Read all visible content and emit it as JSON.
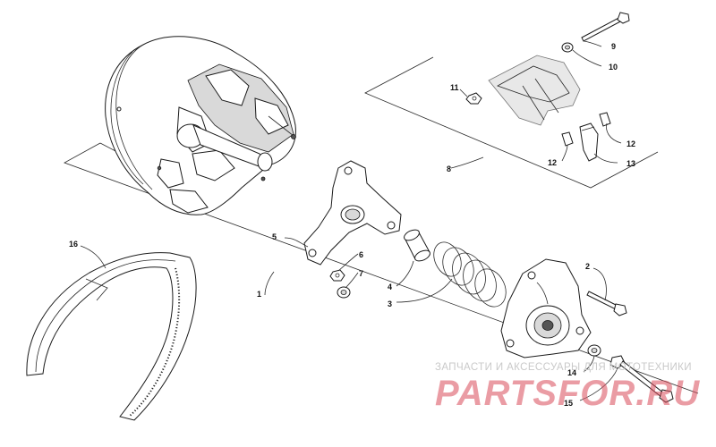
{
  "callouts": {
    "c1": "1",
    "c2": "2",
    "c3": "3",
    "c4": "4",
    "c5": "5",
    "c6": "6",
    "c7": "7",
    "c8": "8",
    "c9": "9",
    "c10": "10",
    "c11": "11",
    "c12a": "12",
    "c12b": "12",
    "c13": "13",
    "c14": "14",
    "c15": "15",
    "c16": "16"
  },
  "watermark": {
    "tagline": "ЗАПЧАСТИ И АКСЕССУАРЫ ДЛЯ МОТОТЕХНИКИ",
    "brand": "PARTSFOR.RU",
    "brand_color": "#d84a5a"
  }
}
